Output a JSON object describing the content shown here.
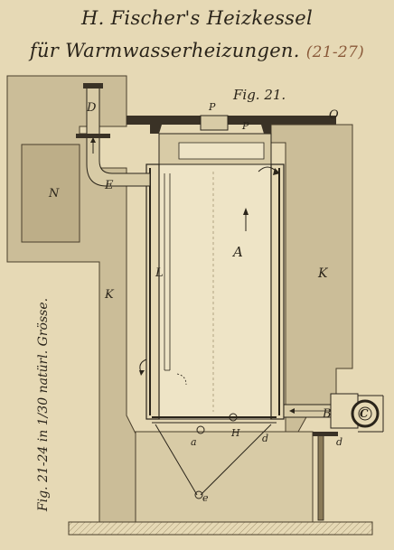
{
  "title": {
    "line1": "H. Fischer's Heizkessel",
    "line2": "für Warmwasserheizungen.",
    "ref": "(21-27)"
  },
  "figure_label": "Fig. 21.",
  "side_caption": "Fig. 21-24  in  1/30  natürl. Grösse.",
  "labels": {
    "D": "D",
    "E": "E",
    "N": "N",
    "K_left": "K",
    "K_right": "K",
    "L": "L",
    "A": "A",
    "B": "B",
    "C": "C",
    "P1": "P",
    "P2": "P",
    "O": "O",
    "a": "a",
    "H": "H",
    "d1": "d",
    "d2": "d",
    "e": "e"
  },
  "colors": {
    "paper": "#e6d9b5",
    "masonry": "#cbbd98",
    "ink": "#2a241a",
    "title_accent": "#8a5a3a"
  }
}
